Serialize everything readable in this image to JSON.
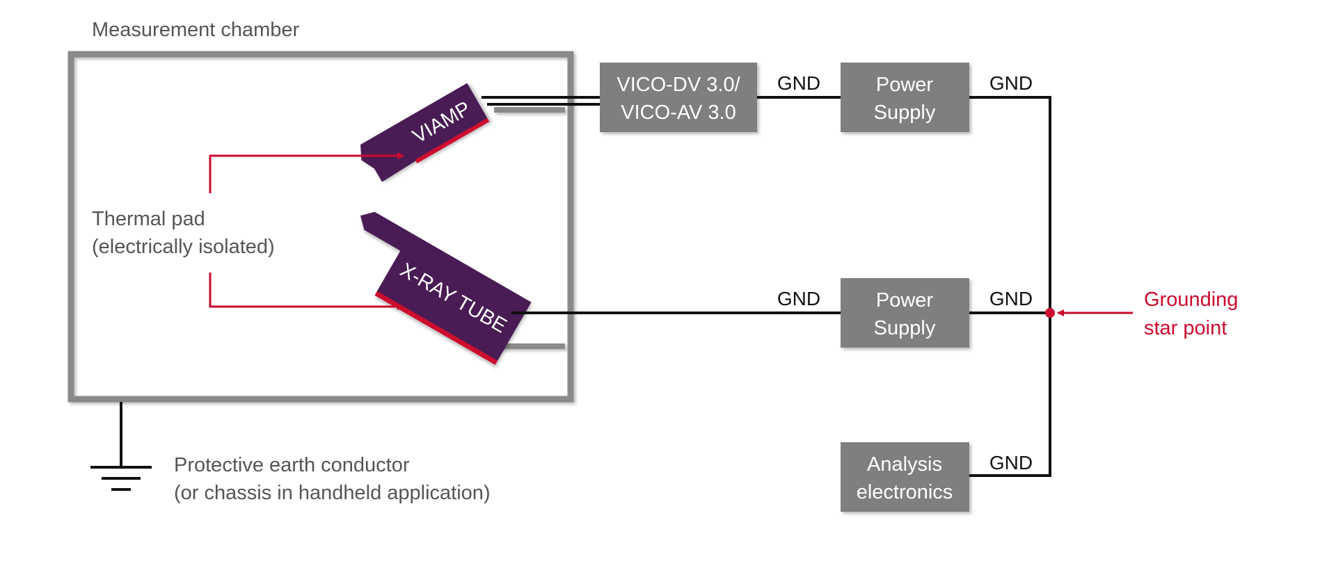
{
  "labels": {
    "chamber_title": "Measurement chamber",
    "thermal_pad_line1": "Thermal pad",
    "thermal_pad_line2": "(electrically isolated)",
    "earth_line1": "Protective earth conductor",
    "earth_line2": "(or chassis in handheld application)",
    "grounding_line1": "Grounding",
    "grounding_line2": "star point"
  },
  "devices": {
    "viamp": "VIAMP",
    "xray_tube": "X-RAY TUBE"
  },
  "boxes": {
    "vico": {
      "line1": "VICO-DV 3.0/",
      "line2": "VICO-AV 3.0"
    },
    "power_supply_top": {
      "line1": "Power",
      "line2": "Supply"
    },
    "power_supply_mid": {
      "line1": "Power",
      "line2": "Supply"
    },
    "analysis": {
      "line1": "Analysis",
      "line2": "electronics"
    }
  },
  "gnd_labels": {
    "vico_right": "GND",
    "ps_top_right": "GND",
    "ps_mid_left": "GND",
    "ps_mid_right": "GND",
    "analysis_right": "GND"
  },
  "colors": {
    "box_fill": "#7f7f7f",
    "chamber_stroke": "#8a8a8a",
    "device_fill": "#4a1c55",
    "accent_red": "#cc0a2d",
    "wire": "#111111"
  }
}
